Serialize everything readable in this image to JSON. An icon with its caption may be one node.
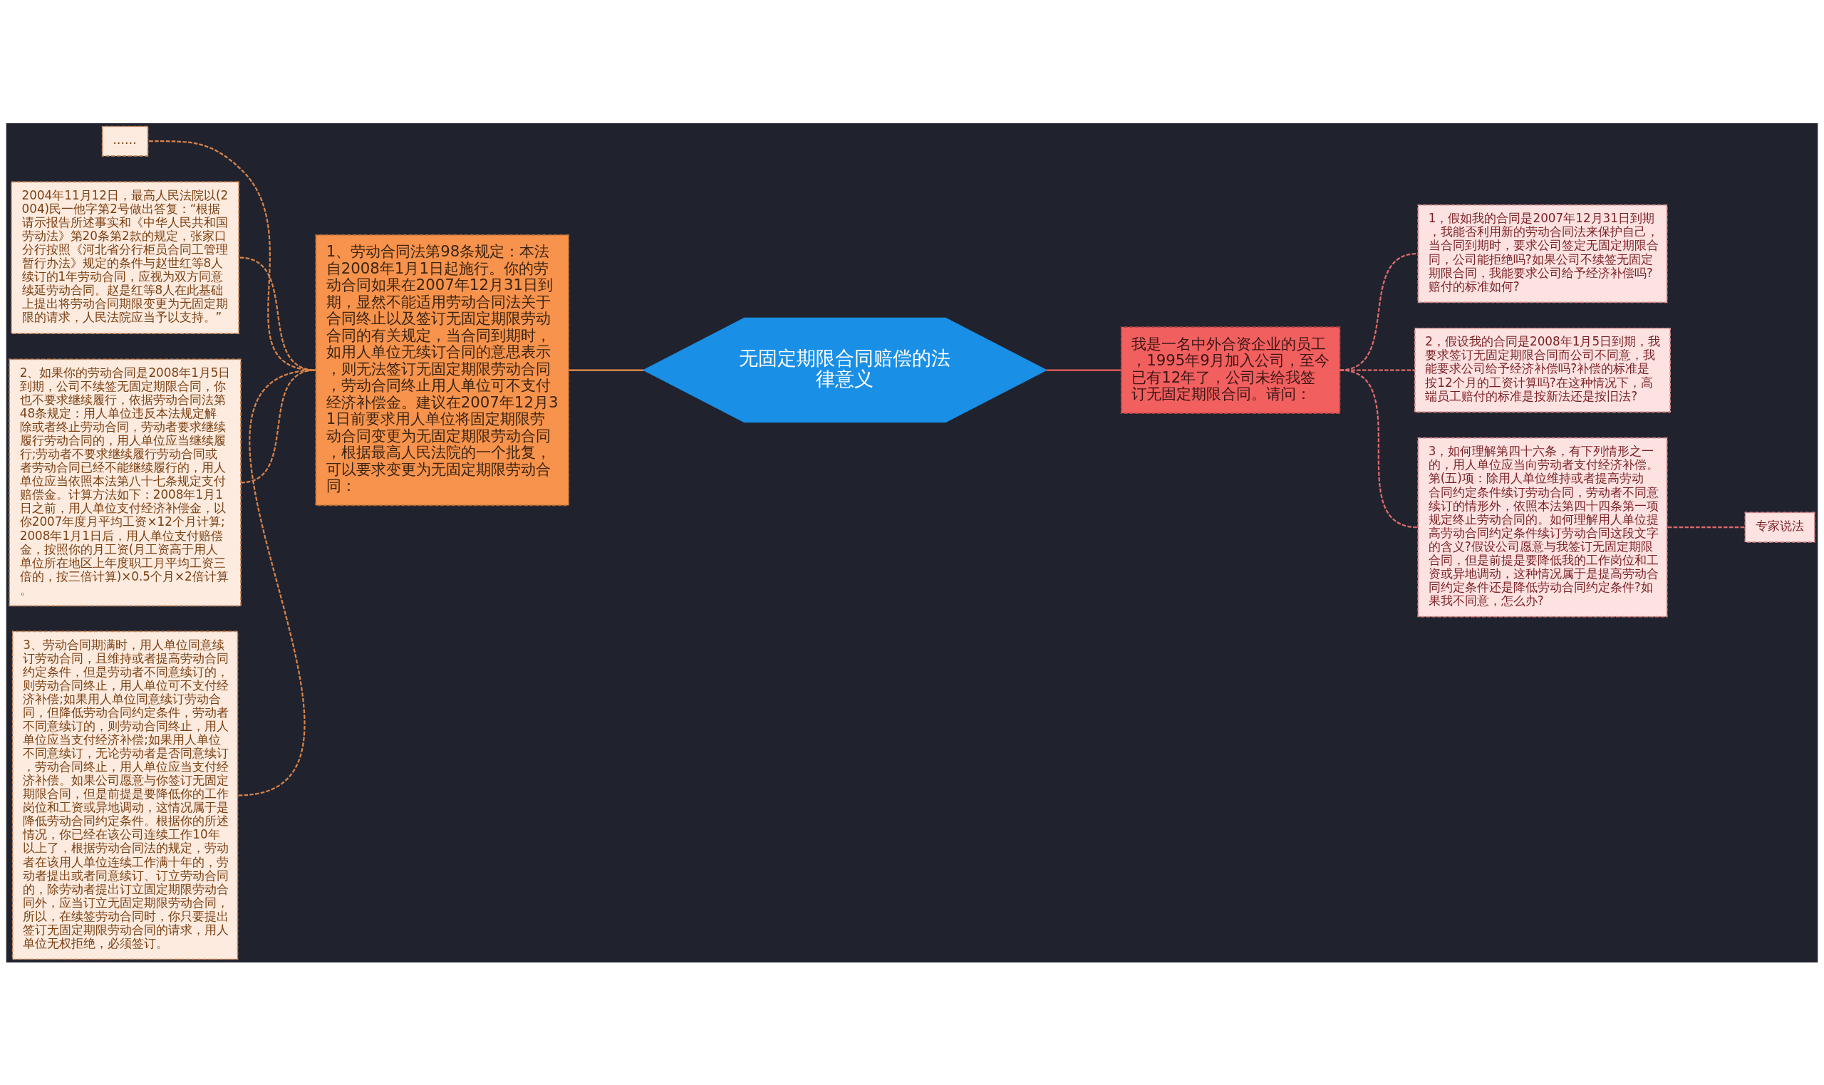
{
  "diagram": {
    "nodes": [
      {
        "text": [
          "……"
        ]
      },
      {
        "text": [
          "2004年11月12日，最高人民法院以(2004)民一他字第2号做出答复：“根据请示报告所述事实和《中华人民共和国劳动法》第20条第2款的规定，张家口分行按照《河北省分行柜员合同工管理暂行办法》规定的条件与赵世红等8人续订的1年劳动合同，应视为双方同意续延劳动合同。赵是红等8人在此基础上提出将劳动合同期限变更为无固定期限的请求，人民法院应当予以支持。”"
        ]
      },
      {
        "text": [
          "2、如果你的劳动合同是2008年1月5日到期，公司不续签无固定期限合同，你也不要求继续履行，依据劳动合同法第48条规定：用人单位违反本法规定解除或者终止劳动合同，劳动者要求继续履行劳动合同的，用人单位应当继续履行;劳动者不要求继续履行劳动合同或者劳动合同已经不能继续履行的，用人单位应当依照本法第八十七条规定支付赔偿金。计算方法如下：2008年1月1日之前，用人单位支付经济补偿金，以你2007年度月平均工资×12个月计算;2008年1月1日后，用人单位支付赔偿金，按照你的月工资(月工资高于用人单位所在地区上年度职工月平均工资三倍的，按三倍计算)×0.5个月×2倍计算。"
        ]
      },
      {
        "text": [
          "3、劳动合同期满时，用人单位同意续订劳动合同，且维持或者提高劳动合同约定条件，但是劳动者不同意续订的，则劳动合同终止，用人单位可不支付经济补偿;如果用人单位同意续订劳动合同，但降低劳动合同约定条件，劳动者不同意续订的，则劳动合同终止，用人单位应当支付经济补偿;如果用人单位不同意续订，无论劳动者是否同意续订，劳动合同终止，用人单位应当支付经济补偿。如果公司愿意与你签订无固定期限合同，但是前提是要降低你的工作岗位和工资或异地调动，这情况属于是降低劳动合同约定条件。根据你的所述情况，你已经在该公司连续工作10年以上了，根据劳动合同法的规定，劳动者在该用人单位连续工作满十年的，劳动者提出或者同意续订、订立劳动合同的，除劳动者提出订立固定期限劳动合同外，应当订立无固定期限劳动合同，所以，在续签劳动合同时，你只要提出签订无固定期限劳动合同的请求，用人单位无权拒绝，必须签订。"
        ]
      },
      {
        "text": [
          "1、劳动合同法第98条规定：本法自2008年1月1日起施行。你的劳动合同如果在2007年12月31日到期，显然不能适用劳动合同法关于合同终止以及签订无固定期限劳动合同的有关规定，当合同到期时，如用人单位无续订合同的意思表示，则无法签订无固定期限劳动合同，劳动合同终止用人单位可不支付经济补偿金。建议在2007年12月31日前要求用人单位将固定期限劳动合同变更为无固定期限劳动合同，根据最高人民法院的一个批复，可以要求变更为无固定期限劳动合同："
        ]
      },
      {
        "text": [
          "无固定期限合同赔偿的法律意义"
        ]
      },
      {
        "text": [
          "我是一名中外合资企业的员工，1995年9月加入公司，至今已有12年了，公司未给我签订无固定期限合同。请问："
        ]
      },
      {
        "text": [
          "1，假如我的合同是2007年12月31日到期，我能否利用新的劳动合同法来保护自己，当合同到期时，要求公司签定无固定期限合同，公司能拒绝吗?如果公司不续签无固定期限合同，我能要求公司给予经济补偿吗?赔付的标准如何?"
        ]
      },
      {
        "text": [
          "2，假设我的合同是2008年1月5日到期，我要求签订无固定期限合同而公司不同意，我能要求公司给予经济补偿吗?补偿的标准是按12个月的工资计算吗?在这种情况下，高端员工赔付的标准是按新法还是按旧法?"
        ]
      },
      {
        "text": [
          "3，如何理解第四十六条，有下列情形之一的，用人单位应当向劳动者支付经济补偿。第(五)项：除用人单位维持或者提高劳动合同约定条件续订劳动合同，劳动者不同意续订的情形外，依照本法第四十四条第一项规定终止劳动合同的。如何理解用人单位提高劳动合同约定条件续订劳动合同这段文字的含义?假设公司愿意与我签订无固定期限合同，但是前提是要降低我的工作岗位和工资或异地调动，这种情况属于是提高劳动合同约定条件还是降低劳动合同约定条件?如果我不同意，怎么办?"
        ]
      },
      {
        "text": [
          "专家说法"
        ]
      }
    ],
    "edges": [
      {
        "from": 0,
        "to": 4,
        "arrow": "none",
        "style": "dashed",
        "color": "#d9834a"
      },
      {
        "from": 1,
        "to": 4,
        "arrow": "none",
        "style": "dashed",
        "color": "#d9834a"
      },
      {
        "from": 2,
        "to": 4,
        "arrow": "none",
        "style": "dashed",
        "color": "#d9834a"
      },
      {
        "from": 3,
        "to": 4,
        "arrow": "none",
        "style": "dashed",
        "color": "#d9834a"
      },
      {
        "from": 4,
        "to": 5,
        "arrow": "none",
        "color": "#f0924e"
      },
      {
        "from": 5,
        "to": 6,
        "arrow": "none",
        "color": "#ef6060"
      },
      {
        "from": 6,
        "to": 7,
        "arrow": "none",
        "style": "dashed",
        "color": "#e06a6a"
      },
      {
        "from": 6,
        "to": 8,
        "arrow": "none",
        "style": "dashed",
        "color": "#e06a6a"
      },
      {
        "from": 6,
        "to": 9,
        "arrow": "none",
        "style": "dashed",
        "color": "#e06a6a"
      },
      {
        "from": 9,
        "to": 10,
        "arrow": "none",
        "style": "dashed",
        "color": "#e06a6a"
      }
    ]
  }
}
